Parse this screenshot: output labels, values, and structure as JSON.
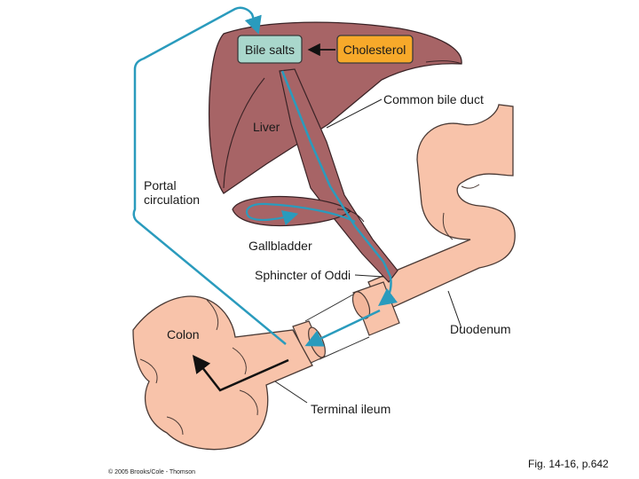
{
  "labels": {
    "bile_salts": "Bile salts",
    "cholesterol": "Cholesterol",
    "common_bile_duct": "Common bile duct",
    "liver": "Liver",
    "portal_line1": "Portal",
    "portal_line2": "circulation",
    "gallbladder": "Gallbladder",
    "sphincter": "Sphincter of Oddi",
    "duodenum": "Duodenum",
    "colon": "Colon",
    "terminal_ileum": "Terminal ileum",
    "copyright": "© 2005 Brooks/Cole - Thomson",
    "fig_ref": "Fig. 14-16, p.642"
  },
  "colors": {
    "liver": "#a76466",
    "liver_outline": "#3a2326",
    "intestine": "#f8c3aa",
    "intestine_outline": "#4a3a35",
    "flow_arrow": "#2a9bbd",
    "bile_salts_box": "#a9d7cc",
    "cholesterol_box": "#f7a92a"
  }
}
